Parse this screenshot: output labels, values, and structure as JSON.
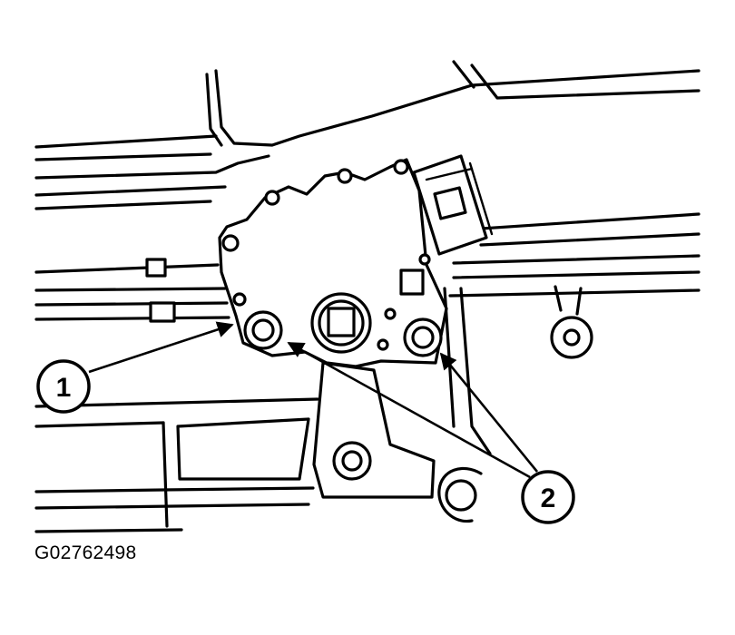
{
  "caption": "G02762498",
  "callouts": [
    {
      "label": "1"
    },
    {
      "label": "2"
    }
  ],
  "colors": {
    "line": "#000000",
    "background": "#ffffff"
  }
}
